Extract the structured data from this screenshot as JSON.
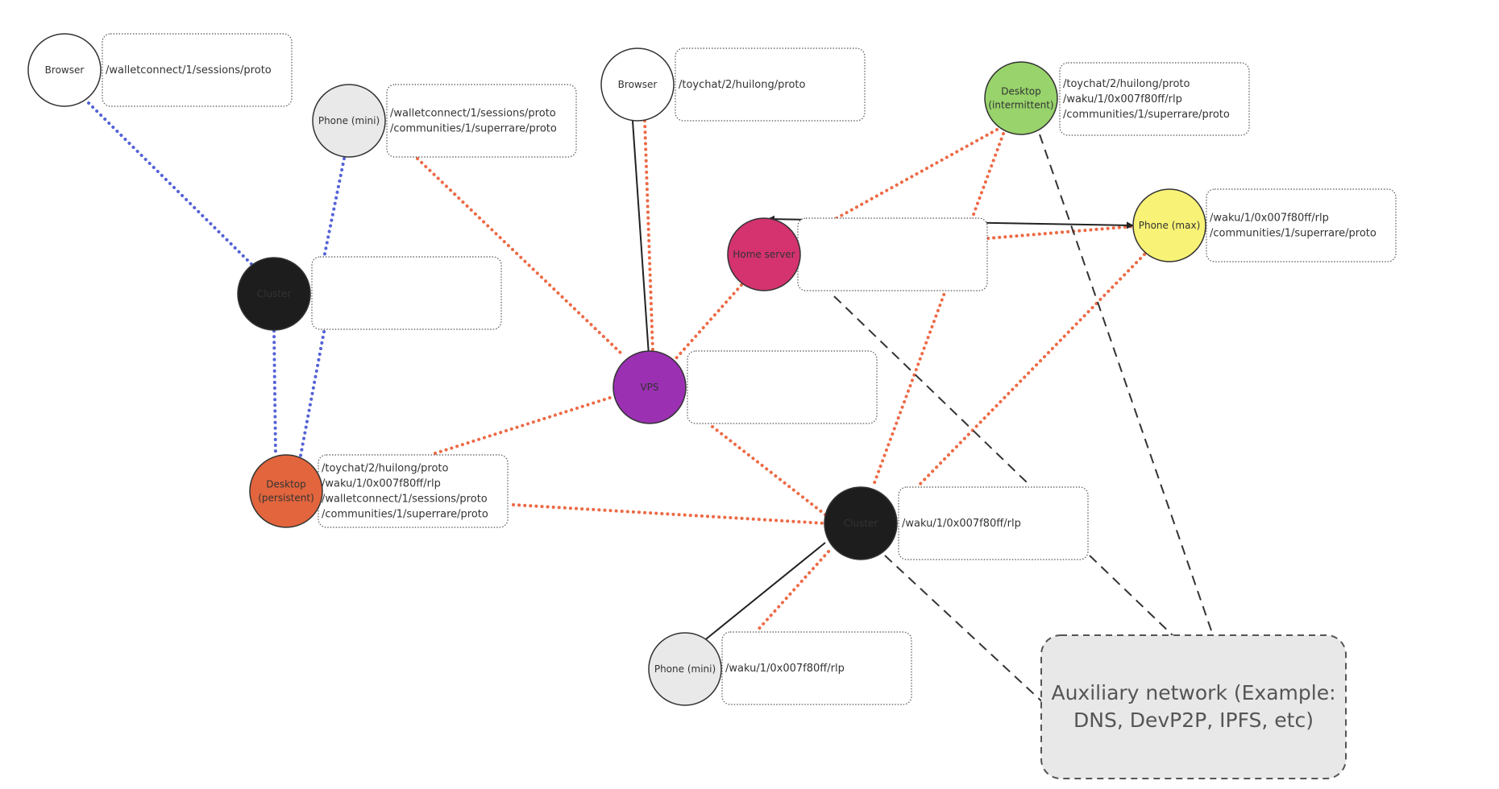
{
  "colors": {
    "blue_dotted": "#5563d6",
    "orange_dotted": "#ec6a45",
    "black_dashed": "#333333",
    "arrow": "#222222",
    "box_border": "#555555"
  },
  "nodes": [
    {
      "id": "browser-left",
      "lines": [
        "Browser"
      ],
      "fill": "#ffffff",
      "text_color": "#333333"
    },
    {
      "id": "phone-mini-top",
      "lines": [
        "Phone (mini)"
      ],
      "fill": "#e9e9e9",
      "text_color": "#333333"
    },
    {
      "id": "cluster-left",
      "lines": [
        "Cluster"
      ],
      "fill": "#1d1d1d",
      "text_color": "#ffffff"
    },
    {
      "id": "desktop-persistent",
      "lines": [
        "Desktop",
        "(persistent)"
      ],
      "fill": "#e2653d",
      "text_color": "#333333"
    },
    {
      "id": "browser-center",
      "lines": [
        "Browser"
      ],
      "fill": "#ffffff",
      "text_color": "#333333"
    },
    {
      "id": "vps",
      "lines": [
        "VPS"
      ],
      "fill": "#9b30b3",
      "text_color": "#333333"
    },
    {
      "id": "home-server",
      "lines": [
        "Home server"
      ],
      "fill": "#d4336f",
      "text_color": "#333333"
    },
    {
      "id": "desktop-intermittent",
      "lines": [
        "Desktop",
        "(intermittent)"
      ],
      "fill": "#98d36b",
      "text_color": "#333333"
    },
    {
      "id": "phone-max",
      "lines": [
        "Phone (max)"
      ],
      "fill": "#f8f276",
      "text_color": "#333333"
    },
    {
      "id": "cluster-center",
      "lines": [
        "Cluster"
      ],
      "fill": "#1d1d1d",
      "text_color": "#ffffff"
    },
    {
      "id": "phone-mini-bottom",
      "lines": [
        "Phone (mini)"
      ],
      "fill": "#e9e9e9",
      "text_color": "#333333"
    }
  ],
  "boxes": [
    {
      "id": "browser-left",
      "lines": [
        "/walletconnect/1/sessions/proto"
      ]
    },
    {
      "id": "phone-mini-top",
      "lines": [
        "/walletconnect/1/sessions/proto",
        "/communities/1/superrare/proto"
      ]
    },
    {
      "id": "cluster-left",
      "lines": []
    },
    {
      "id": "desktop-persistent",
      "lines": [
        "/toychat/2/huilong/proto",
        "/waku/1/0x007f80ff/rlp",
        "/walletconnect/1/sessions/proto",
        "/communities/1/superrare/proto"
      ]
    },
    {
      "id": "browser-center",
      "lines": [
        "/toychat/2/huilong/proto"
      ]
    },
    {
      "id": "vps",
      "lines": []
    },
    {
      "id": "home-server",
      "lines": []
    },
    {
      "id": "desktop-intermittent",
      "lines": [
        "/toychat/2/huilong/proto",
        "/waku/1/0x007f80ff/rlp",
        "/communities/1/superrare/proto"
      ]
    },
    {
      "id": "phone-max",
      "lines": [
        "/waku/1/0x007f80ff/rlp",
        "/communities/1/superrare/proto"
      ]
    },
    {
      "id": "cluster-center",
      "lines": [
        "/waku/1/0x007f80ff/rlp"
      ]
    },
    {
      "id": "phone-mini-bottom",
      "lines": [
        "/waku/1/0x007f80ff/rlp"
      ]
    }
  ],
  "auxiliary": {
    "lines": [
      "Auxiliary network (Example:",
      "DNS, DevP2P, IPFS, etc)"
    ],
    "fill": "#e8e8e8"
  },
  "connections": [
    {
      "from": "browser-left",
      "to": "cluster-left",
      "style": "blue-dotted"
    },
    {
      "from": "phone-mini-top",
      "to": "cluster-left",
      "style": "blue-dotted"
    },
    {
      "from": "cluster-left",
      "to": "desktop-persistent",
      "style": "blue-dotted"
    },
    {
      "from": "phone-mini-top",
      "to": "desktop-persistent",
      "style": "blue-dotted"
    },
    {
      "from": "phone-mini-top",
      "to": "vps",
      "style": "orange-dotted"
    },
    {
      "from": "browser-center",
      "to": "vps",
      "style": "orange-dotted"
    },
    {
      "from": "desktop-persistent",
      "to": "vps",
      "style": "orange-dotted"
    },
    {
      "from": "home-server",
      "to": "vps",
      "style": "orange-dotted"
    },
    {
      "from": "desktop-intermittent",
      "to": "home-server",
      "style": "orange-dotted"
    },
    {
      "from": "home-server",
      "to": "phone-max",
      "style": "orange-dotted"
    },
    {
      "from": "desktop-intermittent",
      "to": "cluster-center",
      "style": "orange-dotted"
    },
    {
      "from": "phone-max",
      "to": "cluster-center",
      "style": "orange-dotted"
    },
    {
      "from": "vps",
      "to": "cluster-center",
      "style": "orange-dotted"
    },
    {
      "from": "desktop-persistent",
      "to": "cluster-center",
      "style": "orange-dotted"
    },
    {
      "from": "cluster-center",
      "to": "phone-mini-bottom",
      "style": "orange-dotted"
    },
    {
      "from": "browser-center",
      "to": "vps",
      "style": "arrow-both"
    },
    {
      "from": "home-server",
      "to": "phone-max",
      "style": "arrow-both"
    },
    {
      "from": "cluster-center",
      "to": "phone-mini-bottom",
      "style": "arrow-end"
    },
    {
      "from": "desktop-intermittent",
      "to": "auxiliary",
      "style": "black-dashed"
    },
    {
      "from": "home-server",
      "to": "auxiliary",
      "style": "black-dashed"
    },
    {
      "from": "cluster-center",
      "to": "auxiliary",
      "style": "black-dashed"
    }
  ]
}
